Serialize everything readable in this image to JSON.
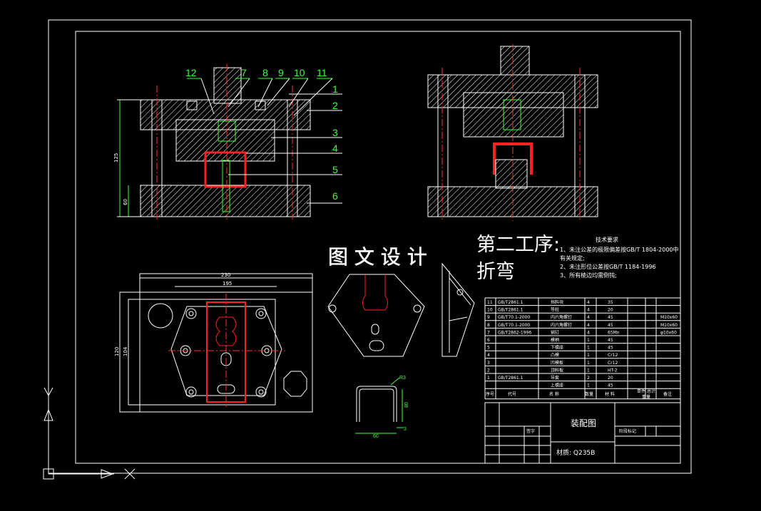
{
  "callouts_top": [
    "12",
    "7",
    "8",
    "9",
    "10",
    "11"
  ],
  "callouts_right": [
    "1",
    "2",
    "3",
    "4",
    "5",
    "6"
  ],
  "dims_left": [
    "125",
    "60"
  ],
  "dims_plan": [
    "230",
    "195",
    "120",
    "104"
  ],
  "dims_part": [
    "R3",
    "60",
    "80",
    "3"
  ],
  "watermark": "图 文 设 计",
  "process_title_line1": "第二工序:",
  "process_title_line2": "折弯",
  "tech_title": "技术要求",
  "tech_reqs": [
    "1、未注公差的极限偏差按GB/T 1804-2000中",
    "     有关规定;",
    "2、未注形位公差按GB/T 1184-1996",
    "3、所有棱边均需倒钝;"
  ],
  "bom_rows": [
    {
      "no": "11",
      "code": "GB/T2861.1",
      "name": "挡料块",
      "qty": "4",
      "mat": "35",
      "note": ""
    },
    {
      "no": "10",
      "code": "GB/T2861.1",
      "name": "导柱",
      "qty": "4",
      "mat": "20",
      "note": ""
    },
    {
      "no": "9",
      "code": "GB/T70.1-2000",
      "name": "内六角螺钉",
      "qty": "4",
      "mat": "45",
      "note": "M10x60"
    },
    {
      "no": "8",
      "code": "GB/T70.1-2000",
      "name": "内六角螺钉",
      "qty": "4",
      "mat": "45",
      "note": "M10x60"
    },
    {
      "no": "7",
      "code": "GB/T2862-1996",
      "name": "销钉",
      "qty": "4",
      "mat": "65Mn",
      "note": "φ10x60"
    },
    {
      "no": "6",
      "code": "",
      "name": "模柄",
      "qty": "1",
      "mat": "45",
      "note": ""
    },
    {
      "no": "5",
      "code": "",
      "name": "下模座",
      "qty": "1",
      "mat": "45",
      "note": ""
    },
    {
      "no": "4",
      "code": "",
      "name": "凸模",
      "qty": "1",
      "mat": "Cr12",
      "note": ""
    },
    {
      "no": "3",
      "code": "",
      "name": "凹模板",
      "qty": "1",
      "mat": "Cr12",
      "note": ""
    },
    {
      "no": "2",
      "code": "",
      "name": "顶料板",
      "qty": "1",
      "mat": "HT-2",
      "note": ""
    },
    {
      "no": "1",
      "code": "GB/T2861.1",
      "name": "导套",
      "qty": "2",
      "mat": "20",
      "note": ""
    },
    {
      "no": "",
      "code": "",
      "name": "上模座",
      "qty": "1",
      "mat": "45",
      "note": ""
    }
  ],
  "bom_header": {
    "no": "序号",
    "code": "代号",
    "name": "名 称",
    "qty": "数量",
    "mat": "材 料",
    "unit_weight": "单件",
    "total_weight": "总计",
    "weight": "重量",
    "note": "备注"
  },
  "title_block": {
    "drawing_name": "装配图",
    "material": "材质: Q235B",
    "stage_label": "阶段标记",
    "signature_label": "签字"
  }
}
